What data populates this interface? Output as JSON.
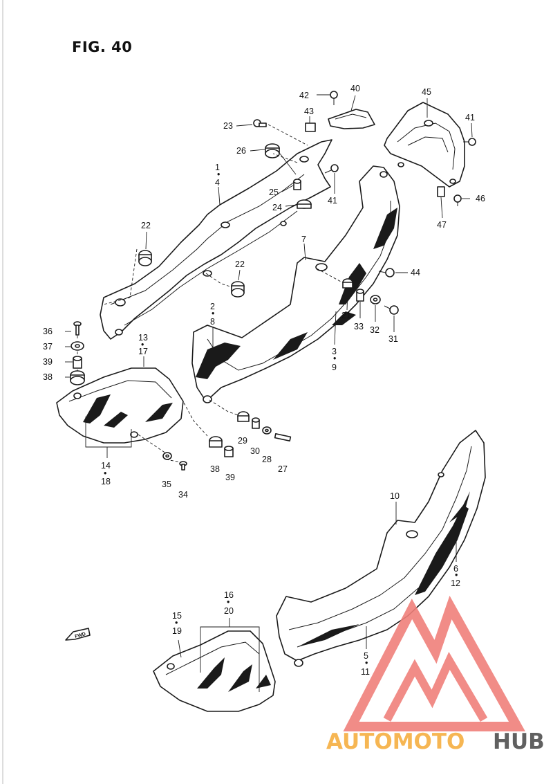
{
  "figure": {
    "title": "FIG. 40"
  },
  "direction": {
    "label": "FWD"
  },
  "callouts": {
    "c1": "1",
    "c4": "4",
    "c2": "2",
    "c8": "8",
    "c3": "3",
    "c9": "9",
    "c5": "5",
    "c11": "11",
    "c6": "6",
    "c12": "12",
    "c7": "7",
    "c10": "10",
    "c13": "13",
    "c17": "17",
    "c14": "14",
    "c18": "18",
    "c15": "15",
    "c19": "19",
    "c16": "16",
    "c20": "20",
    "c21": "21",
    "c22a": "22",
    "c22b": "22",
    "c23": "23",
    "c24": "24",
    "c25": "25",
    "c26": "26",
    "c27": "27",
    "c28": "28",
    "c29": "29",
    "c30": "30",
    "c31": "31",
    "c32": "32",
    "c33": "33",
    "c34": "34",
    "c35": "35",
    "c36": "36",
    "c37": "37",
    "c38a": "38",
    "c38b": "38",
    "c39a": "39",
    "c39b": "39",
    "c40": "40",
    "c41a": "41",
    "c41b": "41",
    "c42": "42",
    "c43": "43",
    "c44": "44",
    "c45": "45",
    "c46": "46",
    "c47": "47"
  },
  "watermark": {
    "part1": "AUTOMOTO",
    "part2": "HUB",
    "color_primary": "#f07f7a",
    "color_secondary": "#f6b34a",
    "color_dark": "#585858"
  }
}
